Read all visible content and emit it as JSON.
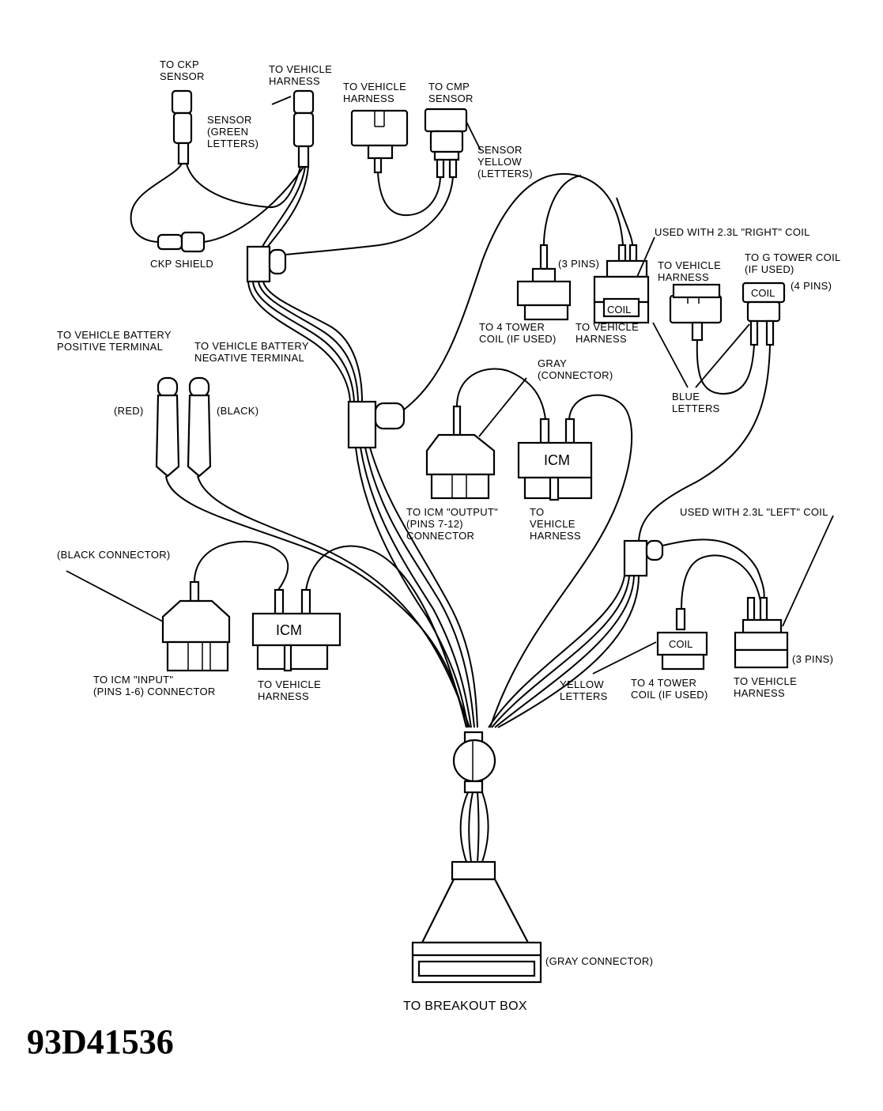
{
  "diagram": {
    "figure_id": "93D41536",
    "breakout_label": "TO BREAKOUT BOX",
    "labels": {
      "ckp_sensor": "TO CKP\nSENSOR",
      "vehicle_harness_ckp": "TO VEHICLE\nHARNESS",
      "sensor_green": "SENSOR\n(GREEN\nLETTERS)",
      "ckp_shield": "CKP SHIELD",
      "vehicle_harness_cmp": "TO VEHICLE\nHARNESS",
      "cmp_sensor": "TO CMP\nSENSOR",
      "sensor_yellow": "SENSOR\nYELLOW\n(LETTERS)",
      "used_right_coil": "USED WITH 2.3L \"RIGHT\" COIL",
      "three_pins_top": "(3 PINS)",
      "to_vehicle_harness_coil_right": "TO VEHICLE\nHARNESS",
      "to_g_tower": "TO G TOWER COIL\n(IF USED)",
      "four_pins": "(4 PINS)",
      "to_4_tower_top": "TO 4 TOWER\nCOIL (IF USED)",
      "to_vehicle_harness_right_bottom": "TO VEHICLE\nHARNESS",
      "blue_letters": "BLUE\nLETTERS",
      "battery_pos": "TO VEHICLE BATTERY\nPOSITIVE TERMINAL",
      "battery_neg": "TO VEHICLE BATTERY\nNEGATIVE TERMINAL",
      "red": "(RED)",
      "black": "(BLACK)",
      "gray_connector_icm": "GRAY\n(CONNECTOR)",
      "icm_output": "TO ICM \"OUTPUT\"\n(PINS 7-12)\nCONNECTOR",
      "to_vehicle_harness_icm_out": "TO\nVEHICLE\nHARNESS",
      "black_connector": "(BLACK CONNECTOR)",
      "icm_input": "TO ICM \"INPUT\"\n(PINS 1-6) CONNECTOR",
      "to_vehicle_harness_icm_in": "TO VEHICLE\nHARNESS",
      "used_left_coil": "USED WITH 2.3L \"LEFT\" COIL",
      "three_pins_bottom": "(3 PINS)",
      "yellow_letters": "YELLOW\nLETTERS",
      "to_4_tower_bottom": "TO 4 TOWER\nCOIL (IF USED)",
      "to_vehicle_harness_left_coil": "TO VEHICLE\nHARNESS",
      "gray_connector_main": "(GRAY CONNECTOR)"
    },
    "tags": {
      "coil": "COIL",
      "icm": "ICM"
    }
  }
}
